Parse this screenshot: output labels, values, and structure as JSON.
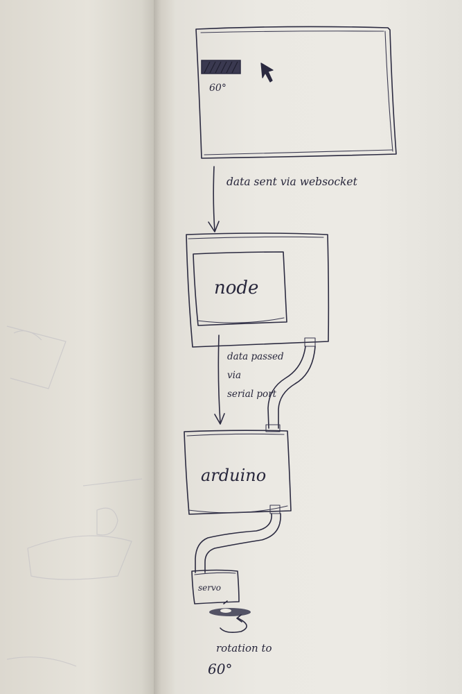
{
  "ui_element": {
    "value_label": "60°"
  },
  "connections": {
    "websocket_label": "data sent via websocket",
    "serial_label_line1": "data passed",
    "serial_label_line2": "via",
    "serial_label_line3": "serial port"
  },
  "nodes": {
    "node_label": "node",
    "arduino_label": "arduino",
    "servo_label": "servo"
  },
  "rotation": {
    "line1": "rotation to",
    "line2": "60°"
  },
  "colors": {
    "ink": "#2b2a40",
    "paper": "#eceae4"
  }
}
